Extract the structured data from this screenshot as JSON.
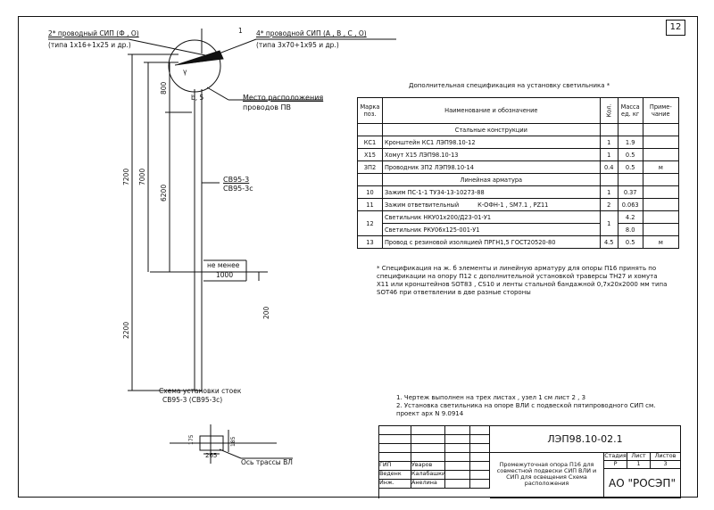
{
  "sheet_number": "12",
  "labels": {
    "sip_left_title": "2* проводный СИП (Ф , О)",
    "sip_left_type": "(типа 1х16+1х25 и др.)",
    "sip_right_title": "4* проводной СИП (А , В , С , О)",
    "sip_right_type": "(типа 3х70+1х95 и др.)",
    "place_line1": "Место расположения",
    "place_line2": "проводов ПВ",
    "callout_1": "1",
    "pole_mark1": "СВ95-3",
    "pole_mark2": "СВ95-3с",
    "not_less": "не менее",
    "dim_7200": "7200",
    "dim_7000": "7000",
    "dim_6200": "6200",
    "dim_800": "800",
    "dim_2200": "2200",
    "dim_1000": "1000",
    "dim_200": "200",
    "dim_265": "265",
    "dim_185": "185",
    "dim_175": "175",
    "axis_label": "Ось трассы ВЛ",
    "scheme_line1": "Схема установки стоек",
    "scheme_line2": "СВ95-3 (СВ95-3с)",
    "gamma": "γ",
    "b5": "b, 5"
  },
  "spec": {
    "title": "Дополнительная спецификация на установку светильника *",
    "headers": {
      "mark": "Марка поз.",
      "name": "Наименование и обозначение",
      "qty": "Кол.",
      "mass": "Масса ед. кг",
      "note": "Приме- чание"
    },
    "sections": [
      {
        "title": "Стальные конструкции",
        "rows": [
          {
            "mark": "КС1",
            "name": "Кронштейн КС1 ЛЭП98.10-12",
            "qty": "1",
            "mass": "1.9",
            "note": ""
          },
          {
            "mark": "Х15",
            "name": "Хомут Х15 ЛЭП98.10-13",
            "qty": "1",
            "mass": "0.5",
            "note": ""
          },
          {
            "mark": "ЗП2",
            "name": "Проводник ЗП2 ЛЭП98.10-14",
            "qty": "0.4",
            "mass": "0.5",
            "note": "м"
          }
        ]
      },
      {
        "title": "Линейная арматура",
        "rows": [
          {
            "mark": "10",
            "name": "Зажим ПС-1-1 ТУ34-13-10273-88",
            "qty": "1",
            "mass": "0.37",
            "note": ""
          },
          {
            "mark": "11",
            "name": "Зажим ответвительный          К-ОФН-1 , SM7.1 , PZ11",
            "qty": "2",
            "mass": "0.063",
            "note": ""
          },
          {
            "mark": "12",
            "name": "Светильник НКУ01х200/Д23-01-У1",
            "qty": "1",
            "mass": "4.2",
            "note": ""
          },
          {
            "mark": "",
            "name": "Светильник РКУ06х125-001-У1",
            "qty": "",
            "mass": "8.0",
            "note": ""
          },
          {
            "mark": "13",
            "name": "Провод с резиновой изоляцией ПРГН1,5 ГОСТ20520-80",
            "qty": "4.5",
            "mass": "0.5",
            "note": "м"
          }
        ]
      }
    ]
  },
  "star_note": "* Спецификация на ж. б элементы и линейную арматуру для опоры П16 принять по спецификации на опору П12 с дополнительной установкой траверсы ТН27 и хомута Х11 или кронштейнов SOT83 , CS10 и ленты стальной бандажной 0,7х20х2000 мм типа SOT46 при ответвлении в две разные стороны",
  "notes": [
    "1. Чертеж выполнен на трех листах , узел 1 см лист 2 , 3",
    "2. Установка светильника на опоре ВЛИ с подвеской пятипроводного СИП см. проект арх N 9.0914"
  ],
  "stamp": {
    "code": "ЛЭП98.10-02.1",
    "title": "Промежуточная опора П16 для совместной подвески СИП ВЛИ и СИП для освещения Схема расположения",
    "stage_h": "Стадия",
    "sheet_h": "Лист",
    "sheets_h": "Листов",
    "stage": "Р",
    "sheet": "1",
    "sheets": "3",
    "org": "АО \"РОСЭП\"",
    "people": [
      {
        "role": "ГИП",
        "name": "Уваров"
      },
      {
        "role": "Веденк",
        "name": "Калабашкин"
      },
      {
        "role": "Инж.",
        "name": "Анелина"
      }
    ]
  }
}
